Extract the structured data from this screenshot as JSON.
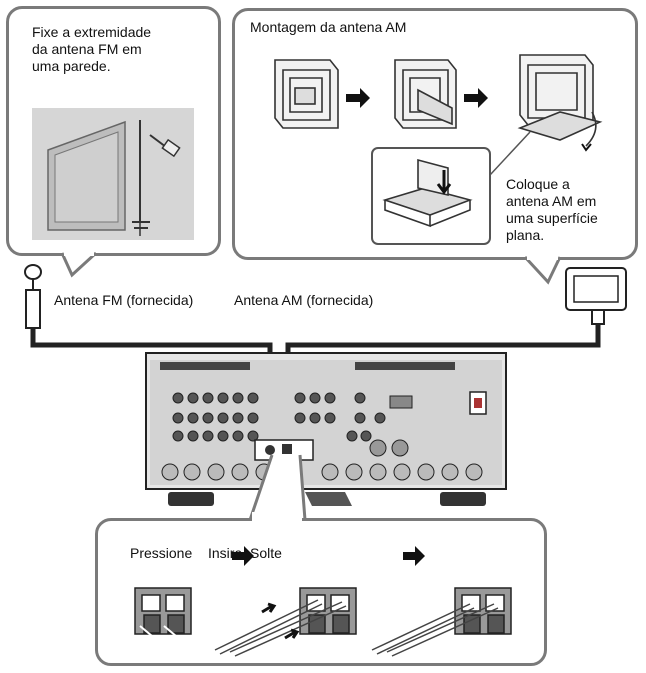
{
  "fm_panel": {
    "caption": "Fixe a extremidade\nda antena FM em\numa parede."
  },
  "am_panel": {
    "title": "Montagem da antena AM",
    "caption": "Coloque a\nantena AM em\numa superfície\nplana."
  },
  "antenna_labels": {
    "fm": "Antena FM (fornecida)",
    "am": "Antena AM (fornecida)"
  },
  "connect_panel": {
    "steps": [
      "Pressione",
      "Insira",
      "Solte"
    ]
  }
}
